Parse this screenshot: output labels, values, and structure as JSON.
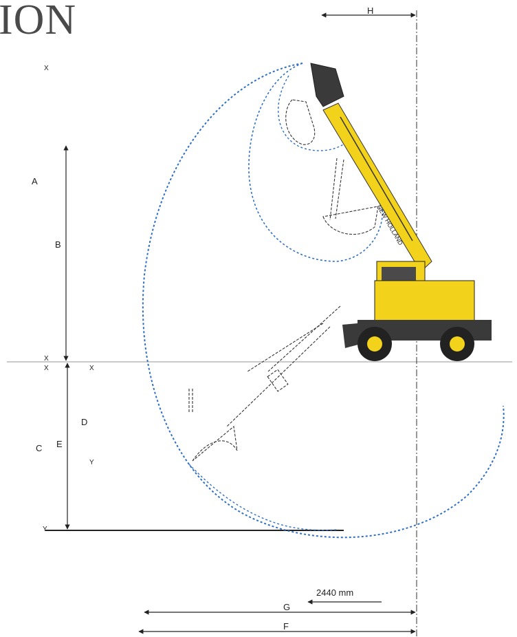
{
  "header": {
    "title_fragment": "ION"
  },
  "dimensions": {
    "A": "A",
    "B": "B",
    "C": "C",
    "D": "D",
    "E": "E",
    "F": "F",
    "G": "G",
    "H": "H",
    "x_mark": "X",
    "y_mark": "Y",
    "ground_track_width": "2440 mm"
  },
  "colors": {
    "reach_curve": "#2f6fc4",
    "machine_body": "#f2d21a",
    "machine_dark": "#2b2b2b",
    "line": "#222222",
    "ground": "#b8b8b8"
  }
}
